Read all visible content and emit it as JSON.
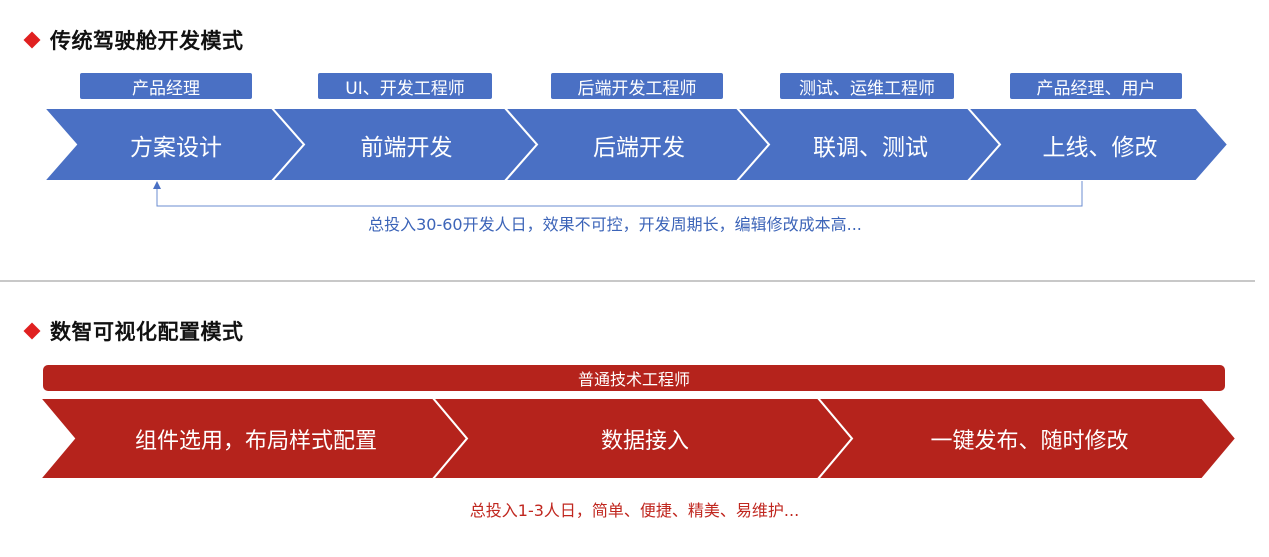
{
  "colors": {
    "blue": "#4a70c4",
    "red": "#b5231c",
    "note_blue": "#3c64b8",
    "note_red": "#c0271f"
  },
  "traditional": {
    "title": "传统驾驶舱开发模式",
    "roles": [
      "产品经理",
      "UI、开发工程师",
      "后端开发工程师",
      "测试、运维工程师",
      "产品经理、用户"
    ],
    "steps": [
      "方案设计",
      "前端开发",
      "后端开发",
      "联调、测试",
      "上线、修改"
    ],
    "note": "总投入30-60开发人日，效果不可控，开发周期长，编辑修改成本高..."
  },
  "visual": {
    "title": "数智可视化配置模式",
    "role": "普通技术工程师",
    "steps": [
      "组件选用，布局样式配置",
      "数据接入",
      "一键发布、随时修改"
    ],
    "note": "总投入1-3人日，简单、便捷、精美、易维护..."
  }
}
